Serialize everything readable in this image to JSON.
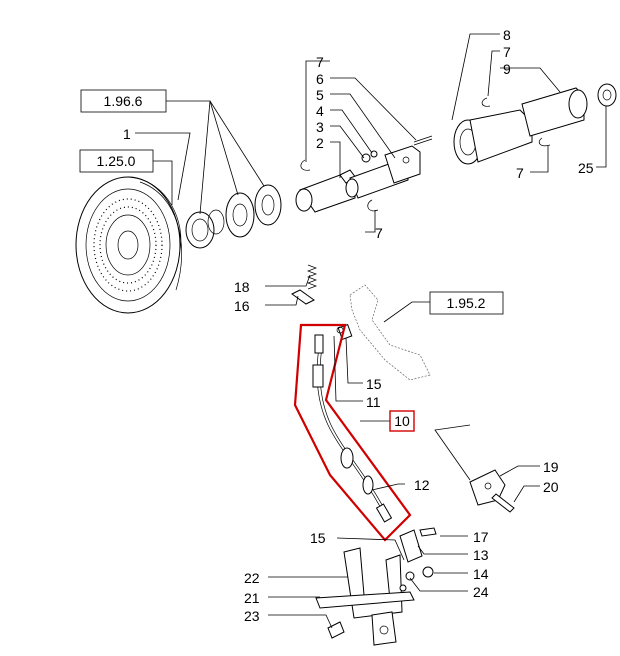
{
  "diagram": {
    "callouts": {
      "c8": "8",
      "c7a": "7",
      "c9": "9",
      "c7b": "7",
      "c6": "6",
      "c5": "5",
      "c4": "4",
      "c3": "3",
      "c2": "2",
      "c7c": "7",
      "c7d": "7",
      "c25": "25",
      "c1": "1",
      "c18": "18",
      "c16": "16",
      "c15a": "15",
      "c11": "11",
      "c10": "10",
      "c12": "12",
      "c19": "19",
      "c20": "20",
      "c15b": "15",
      "c17": "17",
      "c13": "13",
      "c14": "14",
      "c24": "24",
      "c22": "22",
      "c21": "21",
      "c23": "23"
    },
    "references": {
      "r1966": "1.96.6",
      "r1250": "1.25.0",
      "r1952": "1.95.2"
    },
    "highlight_color": "#d00000"
  }
}
